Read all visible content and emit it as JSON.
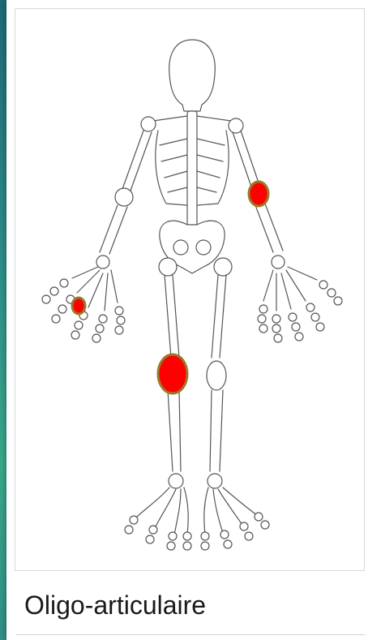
{
  "caption": "Oligo-articulaire",
  "colors": {
    "joint_fill": "#ff0000",
    "joint_stroke": "#9a7a2a",
    "bone_stroke": "#555555",
    "background_gradient": [
      "#1f6a78",
      "#3aa88a"
    ]
  },
  "affected_joints": [
    {
      "id": "left-elbow",
      "label": ""
    },
    {
      "id": "right-wrist-hand",
      "label": ""
    },
    {
      "id": "right-knee",
      "label": ""
    }
  ]
}
